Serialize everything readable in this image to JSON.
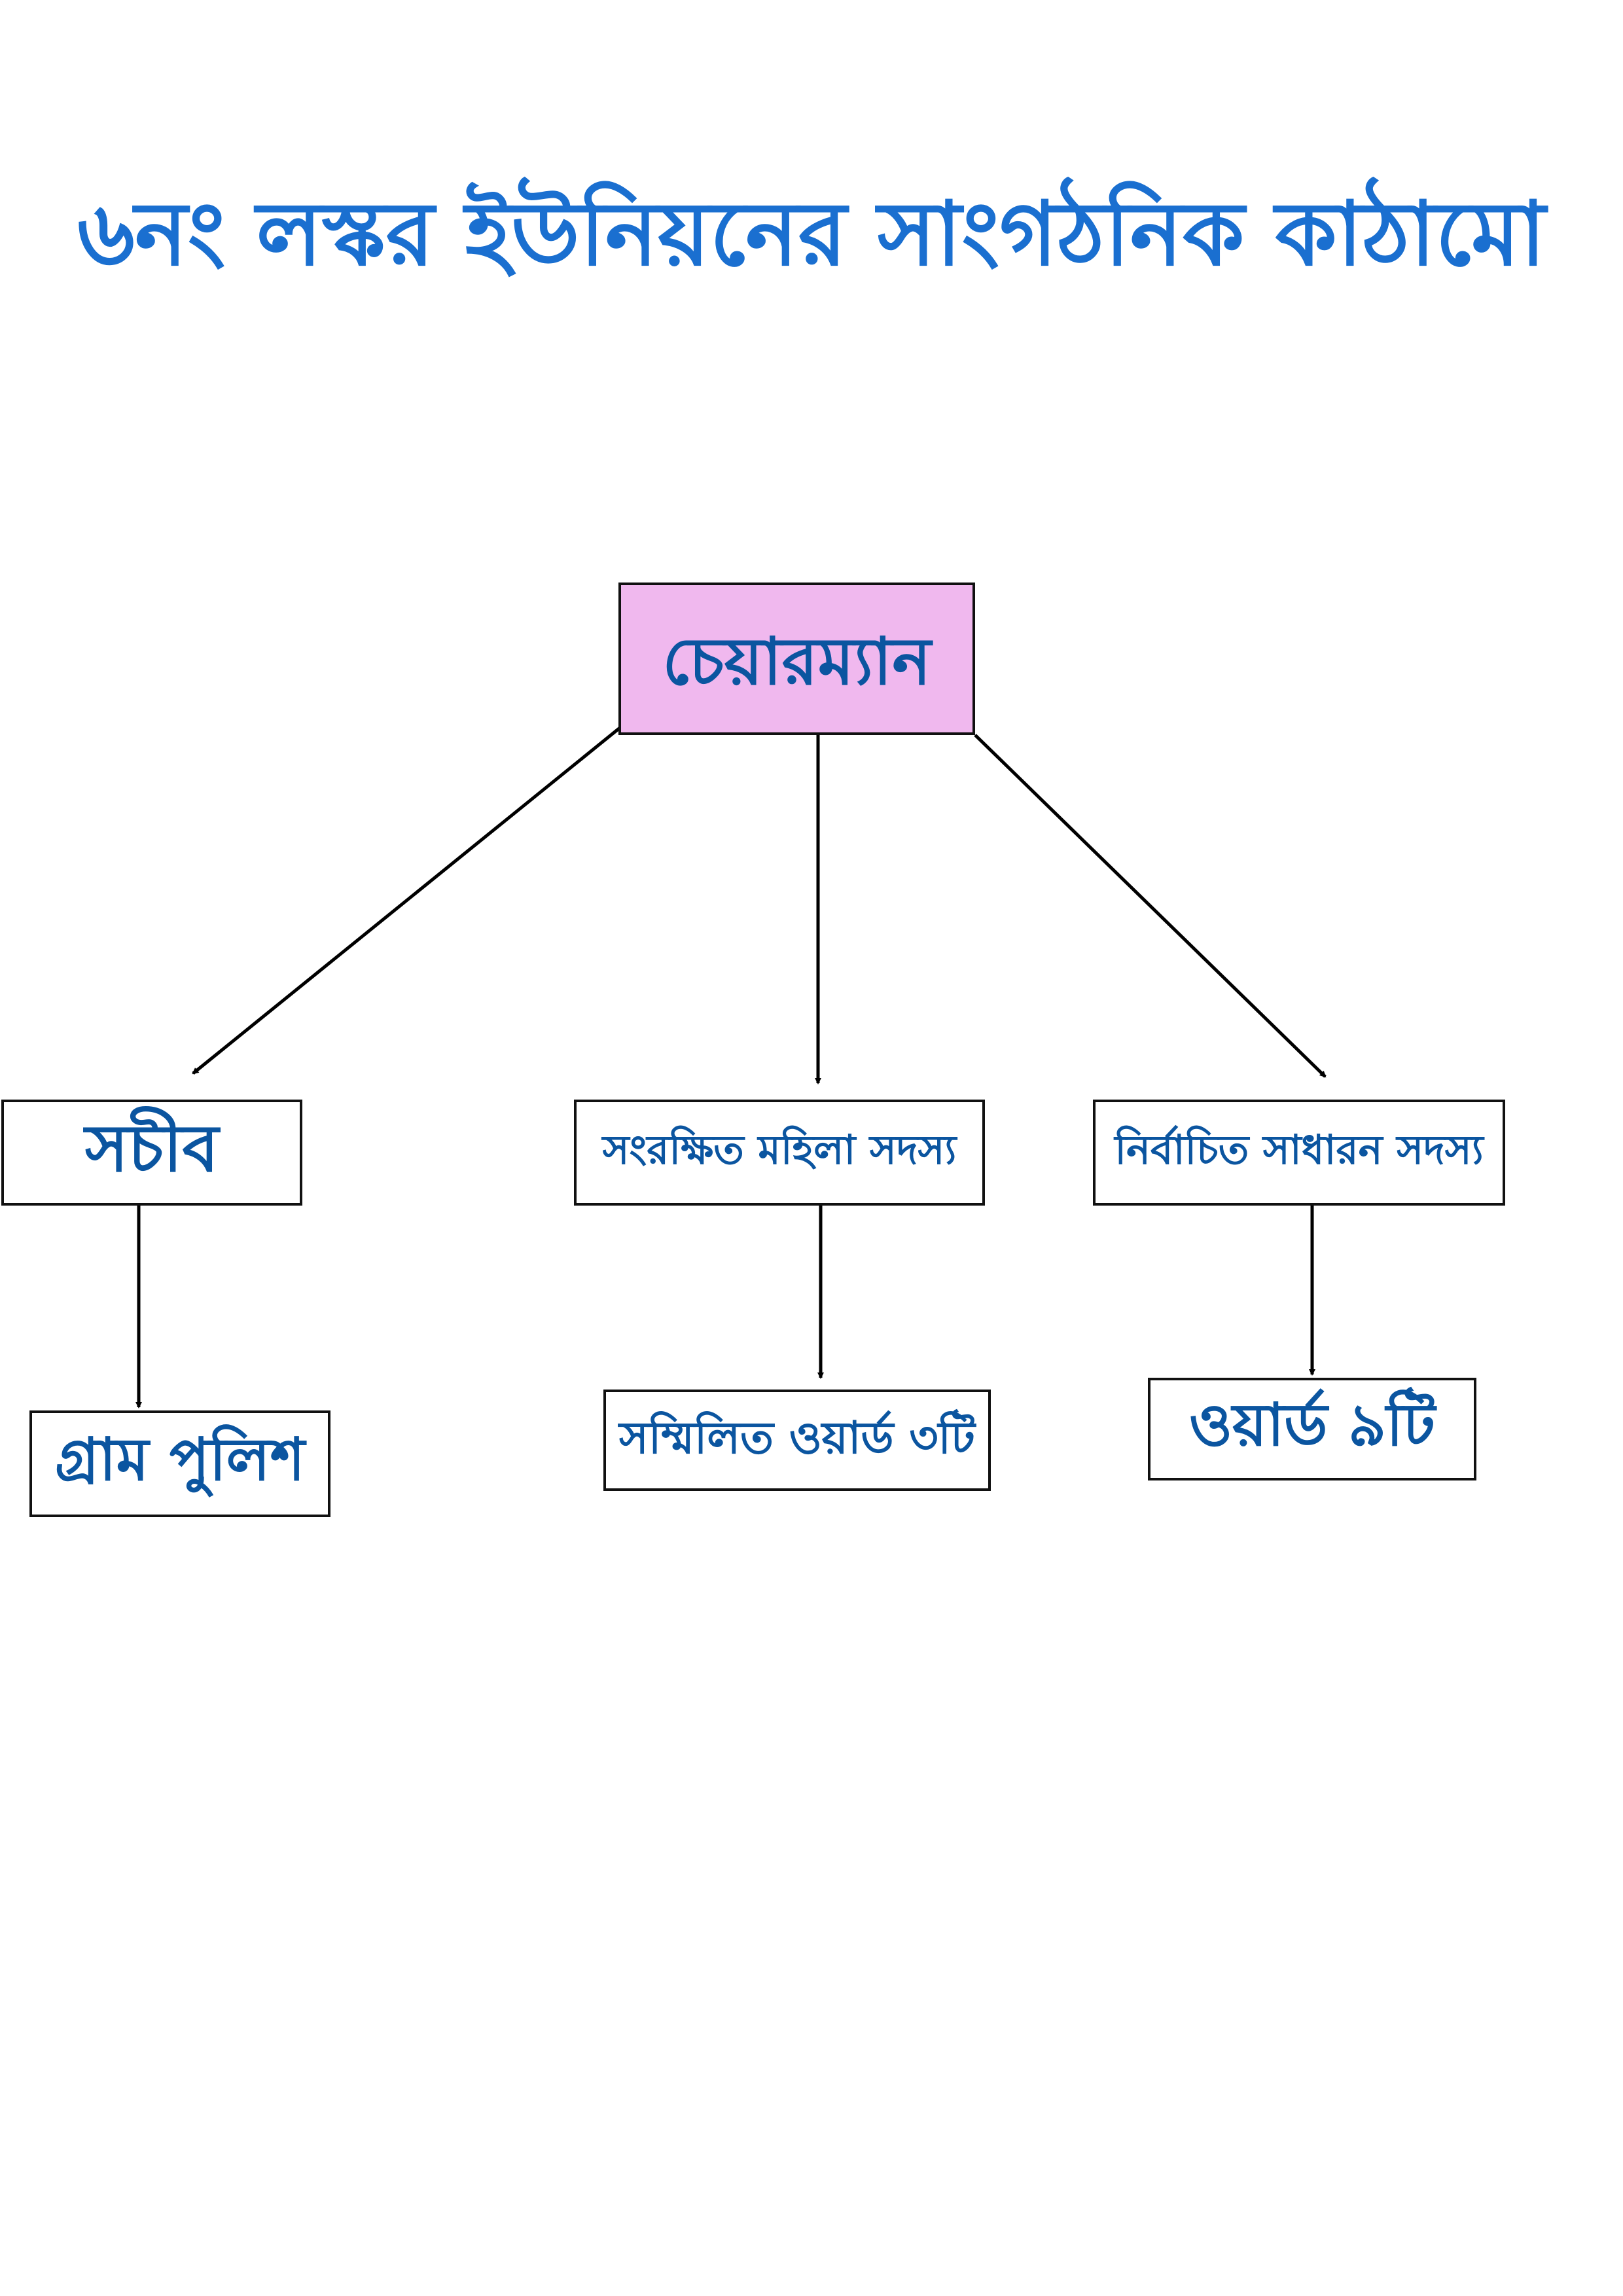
{
  "title": "৬নং লস্কর ইউনিয়নের  সাংগঠনিক কাঠামো",
  "nodes": {
    "chairman": "চেয়ারম্যান",
    "secretary": "সচীব",
    "reserved_women_member": "সংরক্ষিত মহিলা সদস্য",
    "elected_general_member": "নির্বাচিত সাধারন সদস্য",
    "village_police": "গ্রাম পুলিশ",
    "combined_wards": "সম্মিলিত ওয়ার্ড ৩টি",
    "wards": "ওয়ার্ড ৯টি"
  },
  "colors": {
    "title": "#1a6fd0",
    "text": "#0b55a0",
    "chairman_fill": "#f0b8ee"
  }
}
